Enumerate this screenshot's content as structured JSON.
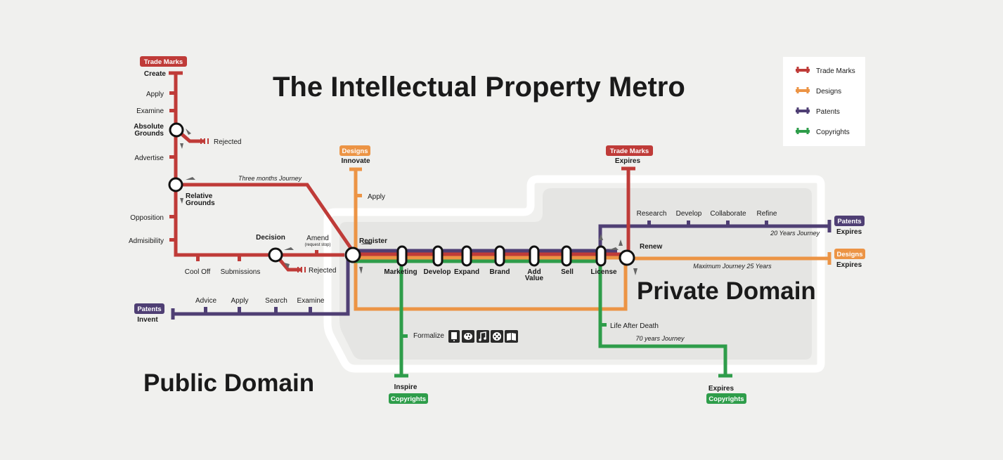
{
  "title": "The Intellectual Property Metro",
  "domains": {
    "public": "Public Domain",
    "private": "Private Domain"
  },
  "colors": {
    "trade_marks": "#bf3b38",
    "designs": "#ec9445",
    "patents": "#4f3f74",
    "copyrights": "#2e9d4a"
  },
  "legend": [
    {
      "label": "Trade Marks",
      "color": "#bf3b38"
    },
    {
      "label": "Designs",
      "color": "#ec9445"
    },
    {
      "label": "Patents",
      "color": "#4f3f74"
    },
    {
      "label": "Copyrights",
      "color": "#2e9d4a"
    }
  ],
  "badges": {
    "tm_create": "Trade Marks",
    "designs_innovate": "Designs",
    "patents_invent": "Patents",
    "copyrights_inspire": "Copyrights",
    "tm_expires": "Trade Marks",
    "patents_expires": "Patents",
    "designs_expires": "Designs",
    "copyrights_expires": "Copyrights"
  },
  "trade_marks_stations": {
    "create": "Create",
    "apply": "Apply",
    "examine": "Examine",
    "absolute_1": "Absolute",
    "absolute_2": "Grounds",
    "rejected": "Rejected",
    "advertise": "Advertise",
    "relative_1": "Relative",
    "relative_2": "Grounds",
    "opposition": "Opposition",
    "admissibility": "Admisibility",
    "cool_off": "Cool Off",
    "submissions": "Submissions",
    "decision": "Decision",
    "amend": "Amend",
    "amend_note": "(request stop)",
    "rejected2": "Rejected",
    "journey": "Three months Journey"
  },
  "designs_stations": {
    "innovate": "Innovate",
    "apply": "Apply"
  },
  "patents_stations": {
    "invent": "Invent",
    "advice": "Advice",
    "apply": "Apply",
    "search": "Search",
    "examine": "Examine"
  },
  "trunk": {
    "register": "Register",
    "stations": [
      "Marketing",
      "Develop",
      "Expand",
      "Brand",
      "Add",
      "Sell",
      "License"
    ],
    "add_value_2": "Value",
    "renew": "Renew"
  },
  "patents_after": {
    "stations": [
      "Research",
      "Develop",
      "Collaborate",
      "Refine"
    ],
    "journey": "20 Years Journey",
    "expires": "Expires"
  },
  "designs_after": {
    "journey": "Maximum  Journey 25 Years",
    "expires": "Expires"
  },
  "tm_after": {
    "expires": "Expires"
  },
  "copyrights": {
    "formalize": "Formalize",
    "inspire": "Inspire",
    "life_after_death": "Life After Death",
    "journey": "70 years Journey",
    "expires": "Expires",
    "media_icons": [
      "phone-icon",
      "palette-icon",
      "music-icon",
      "film-reel-icon",
      "book-icon"
    ]
  }
}
